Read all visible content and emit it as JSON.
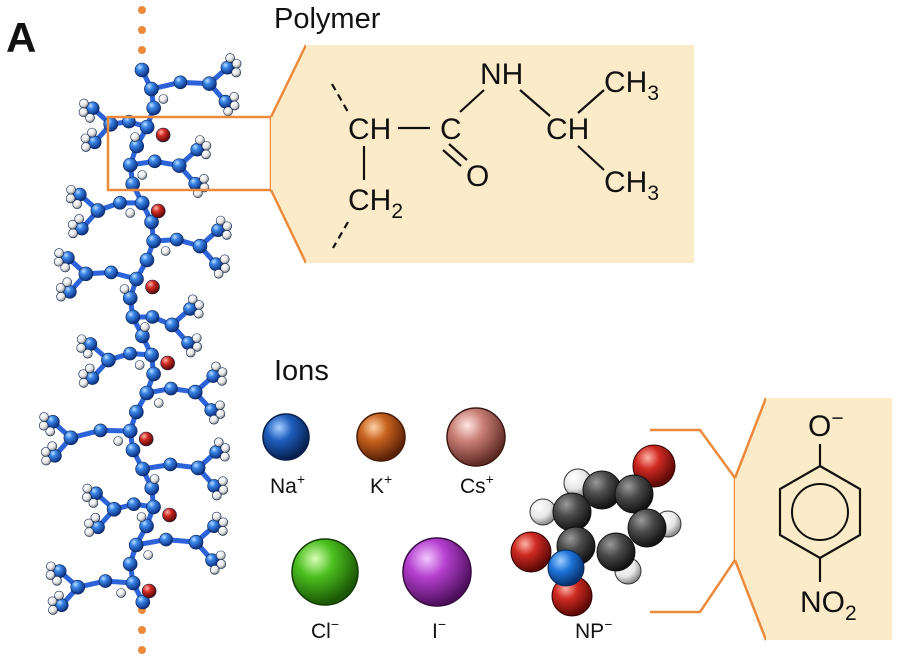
{
  "panel_label": "A",
  "polymer": {
    "heading": "Polymer",
    "structure": {
      "ch_left": "CH",
      "c_carbonyl": "C",
      "o_carbonyl": "O",
      "nh": "NH",
      "ch_right": "CH",
      "ch3_top": "CH",
      "ch3_bottom": "CH",
      "ch2": "CH",
      "sub_3": "3",
      "sub_2": "2"
    }
  },
  "ions": {
    "heading": "Ions",
    "items": [
      {
        "base": "Na",
        "charge": "+",
        "color": "#1f5fbf"
      },
      {
        "base": "K",
        "charge": "+",
        "color": "#c8621e"
      },
      {
        "base": "Cs",
        "charge": "+",
        "color": "#c97f76"
      },
      {
        "base": "Cl",
        "charge": "−",
        "color": "#4bbf1e"
      },
      {
        "base": "I",
        "charge": "−",
        "color": "#b53fcf"
      },
      {
        "base": "NP",
        "charge": "−",
        "color": "#444444"
      }
    ]
  },
  "nitrophenolate": {
    "top": "O",
    "top_charge": "−",
    "bottom": "NO",
    "bottom_sub": "2"
  },
  "colors": {
    "accent": "#ec8a3c",
    "panel": "#fbebc9",
    "backbone": "#2c63d8",
    "oxygen": "#cf2a22"
  }
}
